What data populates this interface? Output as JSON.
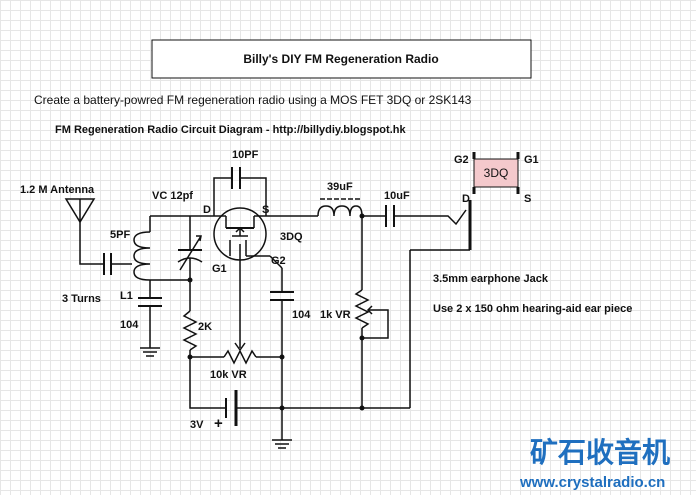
{
  "title": "Billy's DIY FM Regeneration Radio",
  "subtitle": "Create a battery-powred FM regeneration radio using a MOS FET 3DQ or 2SK143",
  "diagram_caption": "FM Regeneration Radio Circuit Diagram - http://billydiy.blogspot.hk",
  "labels": {
    "antenna": "1.2 M Antenna",
    "cap_5pf": "5PF",
    "turns": "3 Turns",
    "l1": "L1",
    "cap_104_left": "104",
    "vc": "VC 12pf",
    "cap_10pf": "10PF",
    "d": "D",
    "s": "S",
    "g1": "G1",
    "g2": "G2",
    "fet": "3DQ",
    "r_2k": "2K",
    "cap_104_mid": "104",
    "vr_10k": "10k VR",
    "battery": "3V",
    "battery_plus": "+",
    "inductor_39uf": "39uF",
    "cap_10uf": "10uF",
    "vr_1k": "1k VR",
    "jack": "3.5mm earphone Jack",
    "earpiece": "Use 2 x 150 ohm hearing-aid ear piece",
    "pkg_body": "3DQ",
    "pkg_g2": "G2",
    "pkg_g1": "G1",
    "pkg_d": "D",
    "pkg_s": "S"
  },
  "watermark": {
    "brand": "矿石收音机",
    "url": "www.crystalradio.cn"
  },
  "colors": {
    "ink": "#111111",
    "watermark": "#1f6fbf",
    "package_fill": "#f4c9cc",
    "grid": "#e6e6e6"
  }
}
